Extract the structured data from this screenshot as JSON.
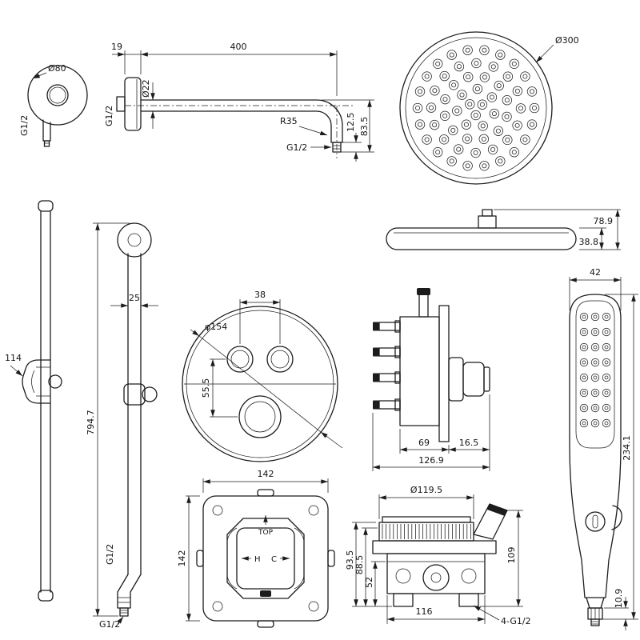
{
  "sheet": {
    "background": "#ffffff",
    "line_color": "#1c1c1c"
  },
  "wall_plate": {
    "diameter": "Ø80",
    "thread": "G1/2"
  },
  "shower_arm": {
    "flange_depth": "19",
    "length": "400",
    "pipe_diameter": "Ø22",
    "bend_radius": "R35",
    "nipple_length": "12.5",
    "drop_height": "83.5",
    "wall_thread": "G1/2",
    "outlet_thread": "G1/2"
  },
  "shower_head_top": {
    "diameter": "Ø300"
  },
  "shower_head_side": {
    "overall_height": "78.9",
    "body_height": "38.8"
  },
  "slide_rail": {
    "bracket_length": "114",
    "rail_diameter": "25",
    "rail_height": "794.7",
    "inlet_thread": "G1/2",
    "outlet_thread": "G1/2"
  },
  "valve_face": {
    "handle_spacing": "38",
    "plate_diameter": "φ154",
    "handle_offset": "55.5"
  },
  "valve_side": {
    "body_depth": "69",
    "trim_depth": "16.5",
    "overall_depth": "126.9"
  },
  "hand_shower": {
    "head_width": "42",
    "overall_length": "234.1",
    "connector_height": "10.9"
  },
  "rough_in_box": {
    "width": "142",
    "height": "142",
    "top_marking": "TOP",
    "hot_marking": "H",
    "cold_marking": "C"
  },
  "valve_body": {
    "cover_diameter": "Ø119.5",
    "height_overall": "93.5",
    "height_body": "88.5",
    "height_lower": "52",
    "body_width": "116",
    "side_height": "109",
    "port_threads": "4-G1/2"
  }
}
